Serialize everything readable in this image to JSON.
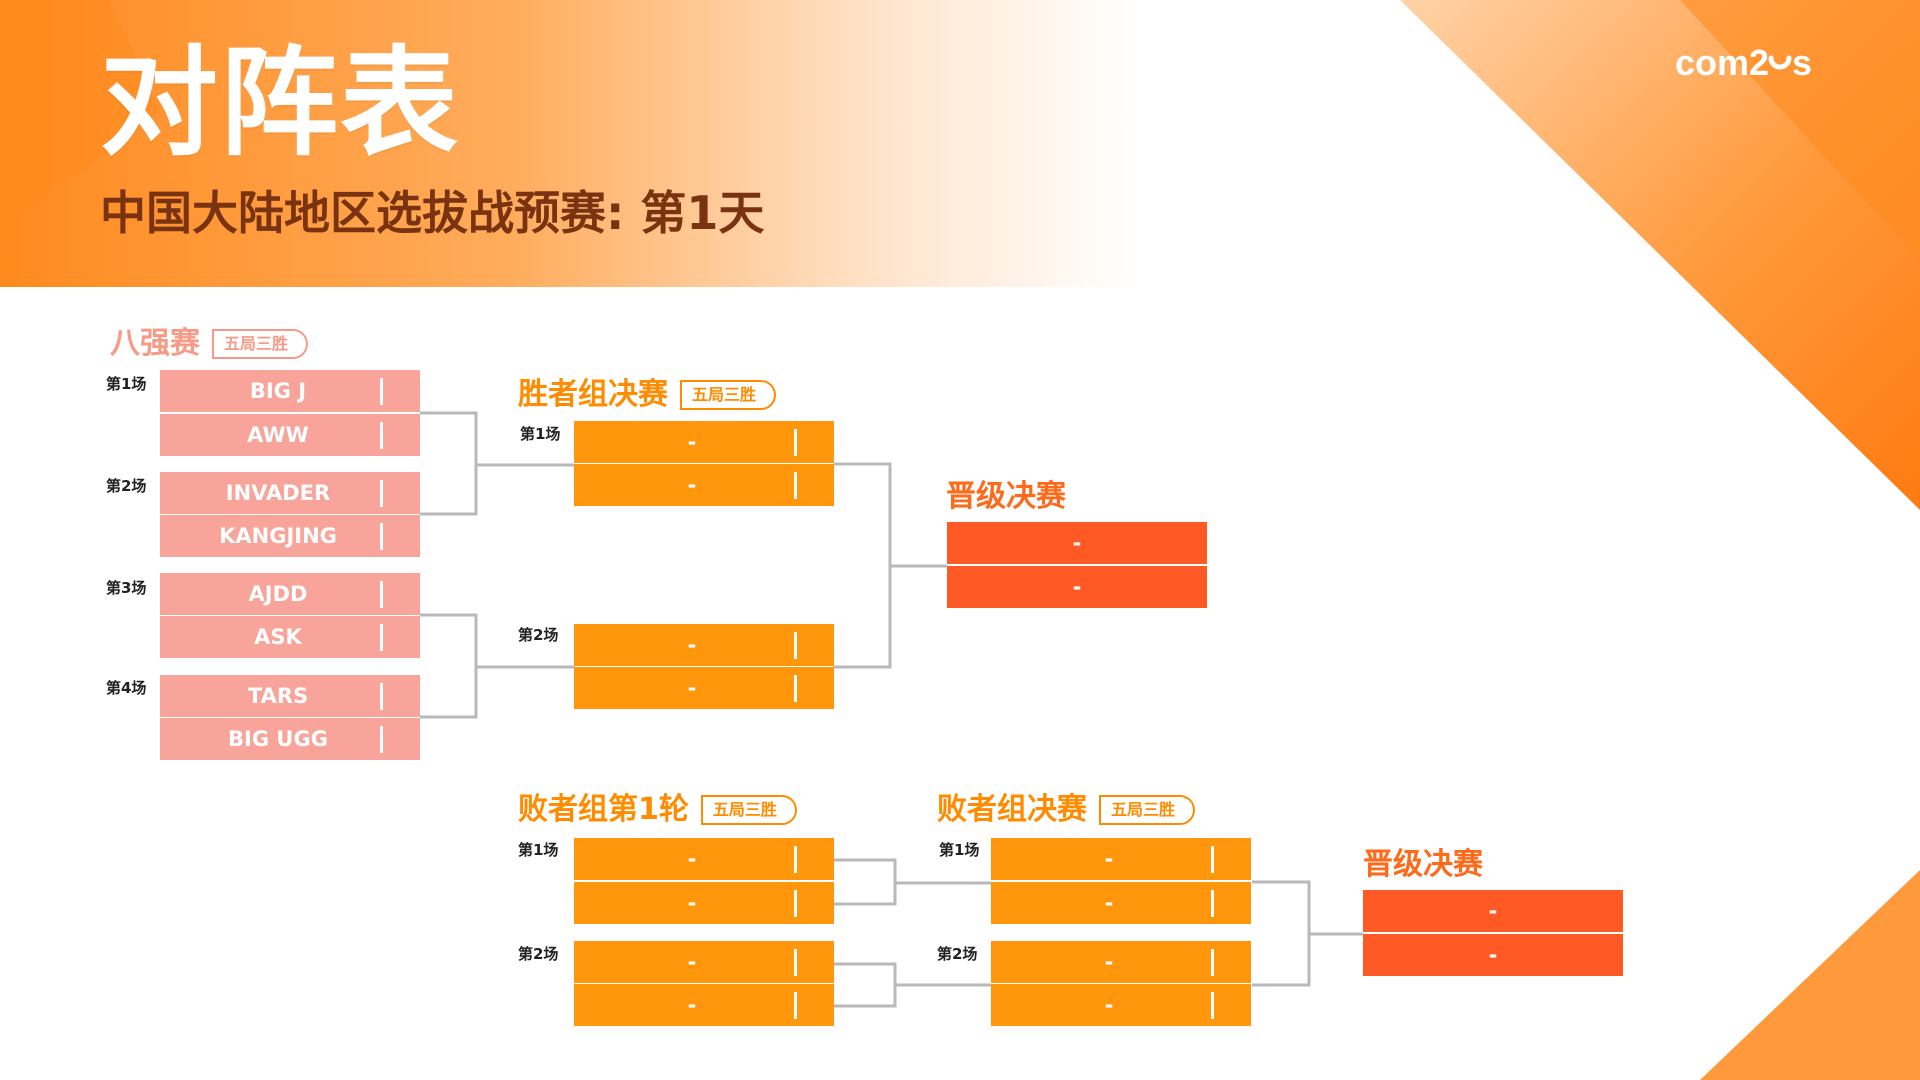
{
  "header": {
    "title": "对阵表",
    "subtitle": "中国大陆地区选拔战预赛: 第1天",
    "logo_text": "com2us"
  },
  "colors": {
    "accent_orange": "#ff960b",
    "round8_pink": "#f8a49a",
    "final_red": "#ff5a25",
    "subtitle_brown": "#7a3310"
  },
  "quarterfinals": {
    "title": "八强赛",
    "format": "五局三胜",
    "matches": [
      {
        "label": "第1场",
        "teams": [
          "BIG J",
          "AWW"
        ]
      },
      {
        "label": "第2场",
        "teams": [
          "INVADER",
          "KANGJING"
        ]
      },
      {
        "label": "第3场",
        "teams": [
          "AJDD",
          "ASK"
        ]
      },
      {
        "label": "第4场",
        "teams": [
          "TARS",
          "BIG UGG"
        ]
      }
    ]
  },
  "winners_final": {
    "title": "胜者组决赛",
    "format": "五局三胜",
    "matches": [
      {
        "label": "第1场",
        "teams": [
          "-",
          "-"
        ]
      },
      {
        "label": "第2场",
        "teams": [
          "-",
          "-"
        ]
      }
    ]
  },
  "winners_advance": {
    "title": "晋级决赛",
    "teams": [
      "-",
      "-"
    ]
  },
  "losers_round1": {
    "title": "败者组第1轮",
    "format": "五局三胜",
    "matches": [
      {
        "label": "第1场",
        "teams": [
          "-",
          "-"
        ]
      },
      {
        "label": "第2场",
        "teams": [
          "-",
          "-"
        ]
      }
    ]
  },
  "losers_final": {
    "title": "败者组决赛",
    "format": "五局三胜",
    "matches": [
      {
        "label": "第1场",
        "teams": [
          "-",
          "-"
        ]
      },
      {
        "label": "第2场",
        "teams": [
          "-",
          "-"
        ]
      }
    ]
  },
  "losers_advance": {
    "title": "晋级决赛",
    "teams": [
      "-",
      "-"
    ]
  }
}
